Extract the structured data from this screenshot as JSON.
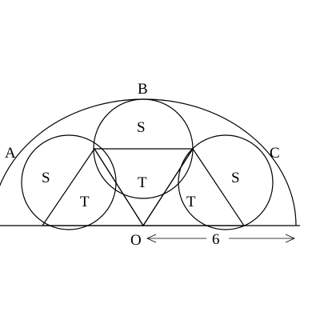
{
  "diagram": {
    "point_labels": {
      "a": "A",
      "b": "B",
      "c": "C",
      "o": "O"
    },
    "region_labels": {
      "small_circle_left": "S",
      "small_circle_top": "S",
      "small_circle_right": "S",
      "triangle_left": "T",
      "triangle_center": "T",
      "triangle_right": "T"
    },
    "dimension": {
      "radius_value": "6"
    }
  }
}
